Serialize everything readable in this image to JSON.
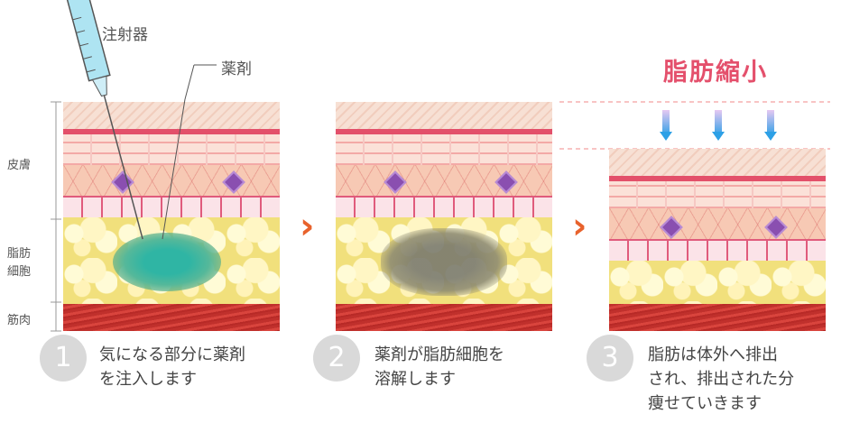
{
  "labels": {
    "syringe": "注射器",
    "drug": "薬剤",
    "skin": "皮膚",
    "fat_line1": "脂肪",
    "fat_line2": "細胞",
    "muscle": "筋肉",
    "title_right": "脂肪縮小"
  },
  "steps": [
    {
      "number": "1",
      "line1": "気になる部分に薬剤",
      "line2": "を注入します",
      "line3": ""
    },
    {
      "number": "2",
      "line1": "薬剤が脂肪細胞を",
      "line2": "溶解します",
      "line3": ""
    },
    {
      "number": "3",
      "line1": "脂肪は体外へ排出",
      "line2": "され、排出された分",
      "line3": "痩せていきます"
    }
  ],
  "colors": {
    "accent": "#e8622c",
    "title": "#e4506c",
    "arrow": "#2da0e6"
  }
}
